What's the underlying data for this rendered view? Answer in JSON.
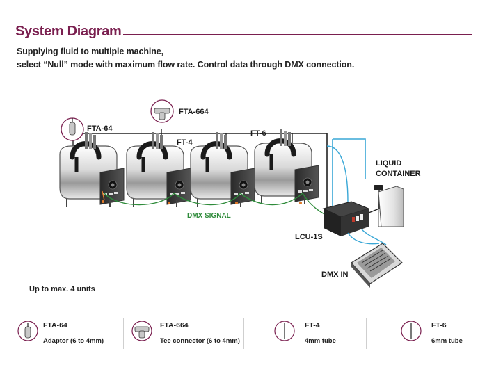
{
  "header": {
    "title": "System Diagram",
    "subtitle_line1": "Supplying fluid to multiple machine,",
    "subtitle_line2": "select “Null” mode with maximum flow rate. Control data through DMX connection."
  },
  "diagram": {
    "labels": {
      "fta64": "FTA-64",
      "fta664": "FTA-664",
      "ft4": "FT-4",
      "ft6": "FT-6",
      "liquid_line1": "LIQUID",
      "liquid_line2": "CONTAINER",
      "dmx_signal": "DMX SIGNAL",
      "lcu": "LCU-1S",
      "dmx_in": "DMX IN"
    },
    "colors": {
      "dmx_signal": "#2e8b3a",
      "dmx_in_cable": "#39a7d6",
      "fluid_tube": "#39a7d6",
      "heading": "#7a1f4f"
    }
  },
  "note": "Up to max. 4 units",
  "legend": [
    {
      "name": "FTA-64",
      "desc": "Adaptor (6 to 4mm)",
      "icon": "adaptor-icon"
    },
    {
      "name": "FTA-664",
      "desc": "Tee connector (6 to 4mm)",
      "icon": "tee-connector-icon"
    },
    {
      "name": "FT-4",
      "desc": "4mm tube",
      "icon": "tube-icon"
    },
    {
      "name": "FT-6",
      "desc": "6mm tube",
      "icon": "tube-icon"
    }
  ]
}
